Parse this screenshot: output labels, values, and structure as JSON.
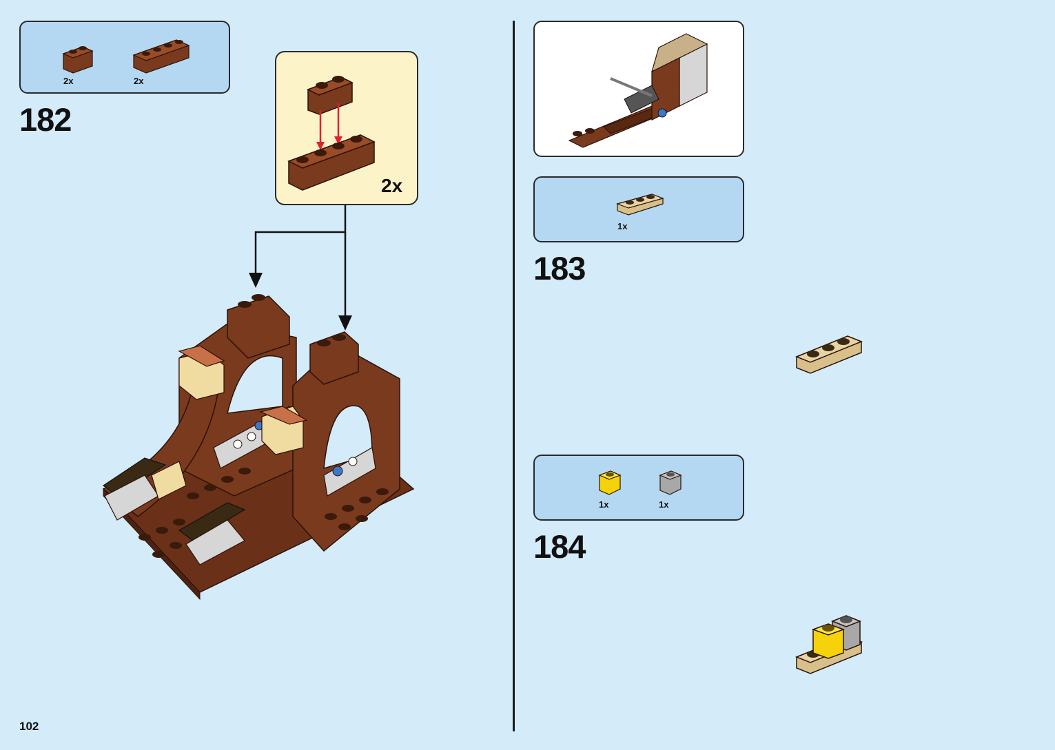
{
  "page_number": "102",
  "step182": {
    "number": "182",
    "parts": [
      {
        "icon": "brown-brick-1x2-icon",
        "qty": "2x"
      },
      {
        "icon": "brown-brick-1x4-icon",
        "qty": "2x"
      }
    ],
    "callout_multiplier": "2x"
  },
  "step183": {
    "number": "183",
    "parts": [
      {
        "icon": "tan-plate-1x3-icon",
        "qty": "1x"
      }
    ]
  },
  "step184": {
    "number": "184",
    "parts": [
      {
        "icon": "yellow-brick-1x1-icon",
        "qty": "1x"
      },
      {
        "icon": "grey-brick-1x1-icon",
        "qty": "1x"
      }
    ]
  },
  "colors": {
    "background": "#d4ebf9",
    "parts_box": "#b4d8f2",
    "callout": "#fdf3c9",
    "brick_brown": "#7a3a1e",
    "tan": "#d9c08a",
    "yellow": "#f6d20a",
    "grey": "#a8a8a8",
    "arrow_red": "#e0202a"
  }
}
